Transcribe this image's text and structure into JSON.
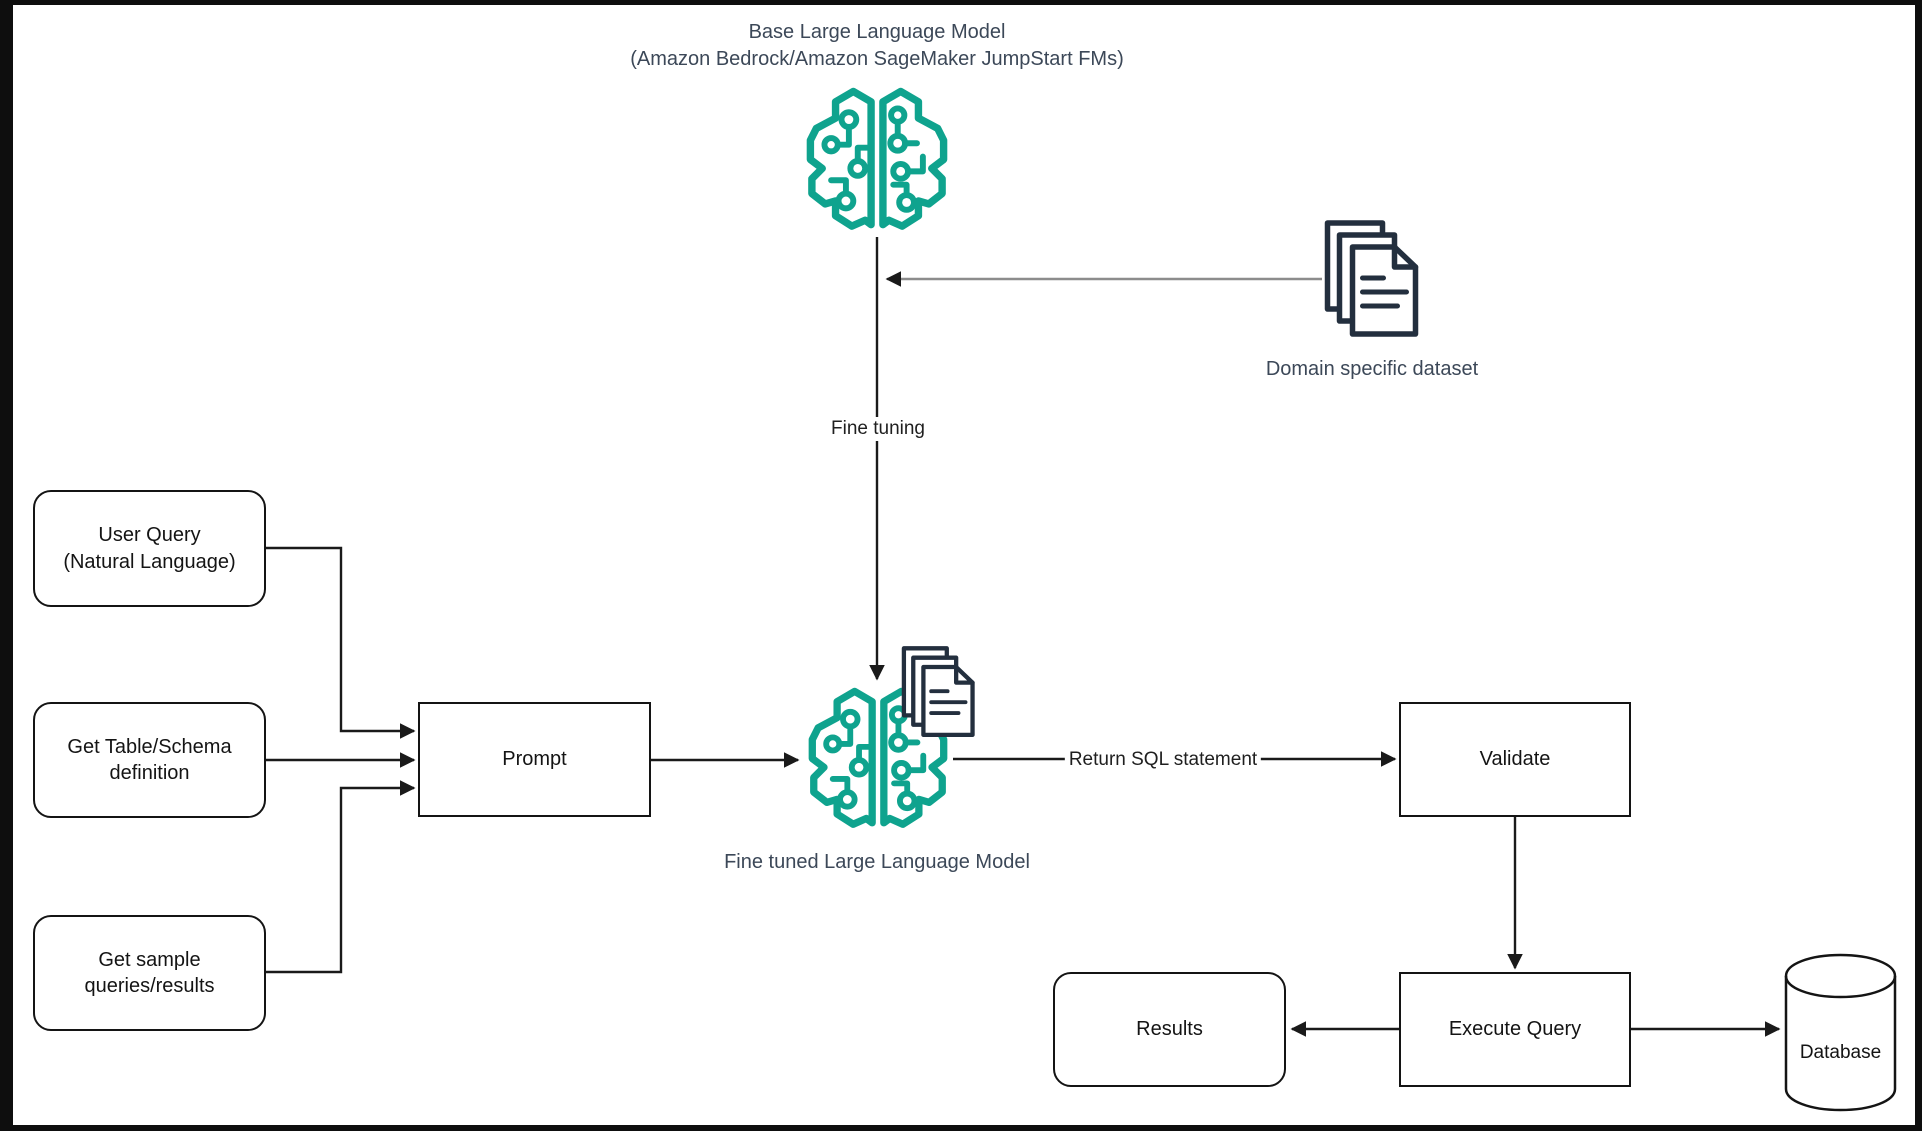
{
  "title": {
    "line1": "Base Large Language Model",
    "line2": "(Amazon Bedrock/Amazon SageMaker JumpStart FMs)"
  },
  "captions": {
    "domain_dataset": "Domain specific dataset",
    "fine_tuned_model": "Fine tuned Large Language Model"
  },
  "edge_labels": {
    "fine_tuning": "Fine tuning",
    "return_sql": "Return SQL statement"
  },
  "nodes": {
    "user_query": {
      "line1": "User Query",
      "line2": "(Natural Language)"
    },
    "get_table_schema": {
      "line1": "Get Table/Schema",
      "line2": "definition"
    },
    "get_sample_queries": {
      "line1": "Get sample",
      "line2": "queries/results"
    },
    "prompt": {
      "label": "Prompt"
    },
    "validate": {
      "label": "Validate"
    },
    "execute_query": {
      "label": "Execute Query"
    },
    "results": {
      "label": "Results"
    },
    "database": {
      "label": "Database"
    }
  },
  "icons": {
    "base_model": "brain-circuit-icon",
    "fine_tuned_model": "brain-circuit-icon",
    "domain_dataset": "documents-stack-icon",
    "fine_tune_dataset": "documents-stack-icon",
    "database": "database-cylinder-icon"
  },
  "colors": {
    "brain_teal": "#0fa38e",
    "document_navy": "#232f3e",
    "connector_black": "#1a1a1a",
    "connector_gray": "#8c8c8c",
    "caption_slate": "#3c4858",
    "canvas_white": "#ffffff",
    "frame_black": "#0e0e0e"
  }
}
